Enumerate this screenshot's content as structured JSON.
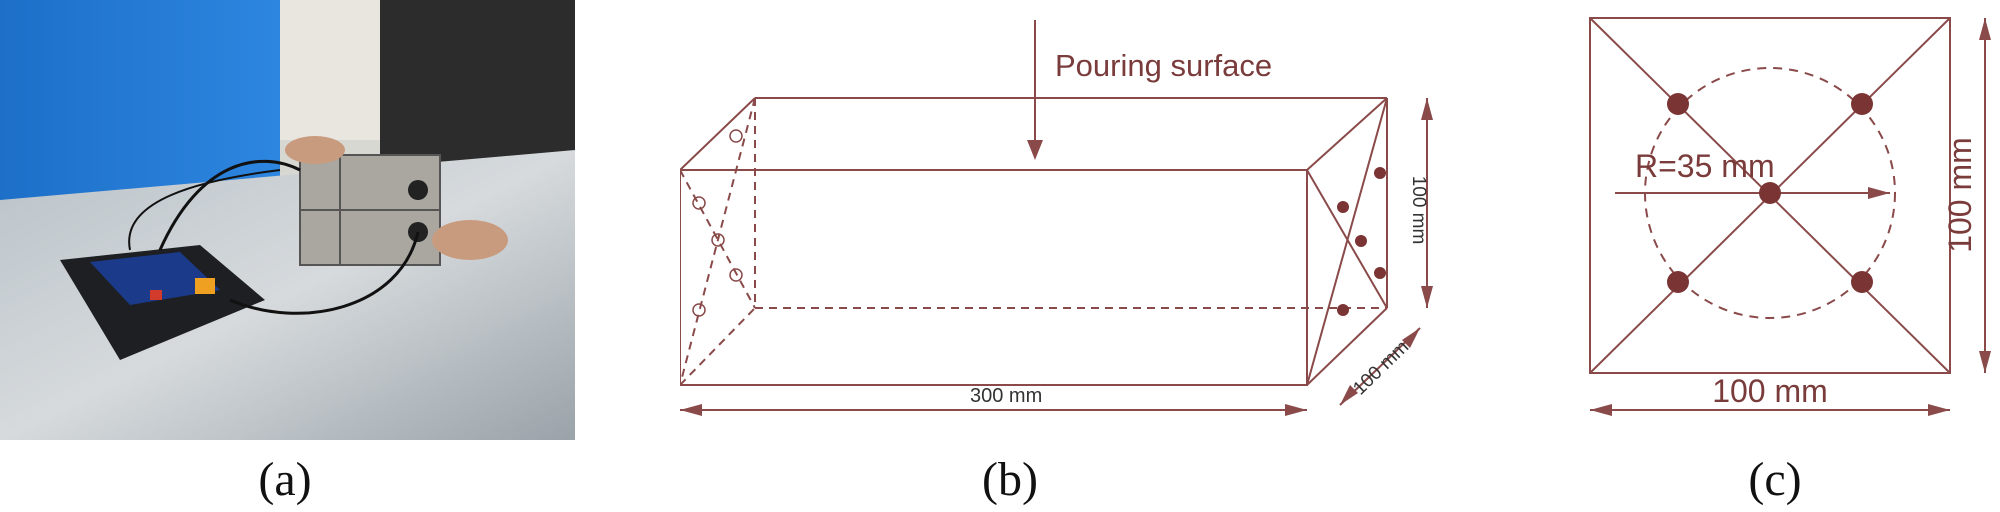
{
  "figure": {
    "panels": [
      {
        "caption": "(a)",
        "photo_description": ""
      },
      {
        "caption": "(b)",
        "labels": {
          "pour": "Pouring surface",
          "length": "300 mm",
          "height": "100 mm",
          "depth": "100 mm"
        }
      },
      {
        "caption": "(c)",
        "labels": {
          "radius": "R=35 mm",
          "height": "100 mm",
          "width": "100 mm"
        }
      }
    ],
    "colors": {
      "line": "#8a4a4a",
      "dot": "#7a3434",
      "text": "#7a3b3b"
    }
  }
}
